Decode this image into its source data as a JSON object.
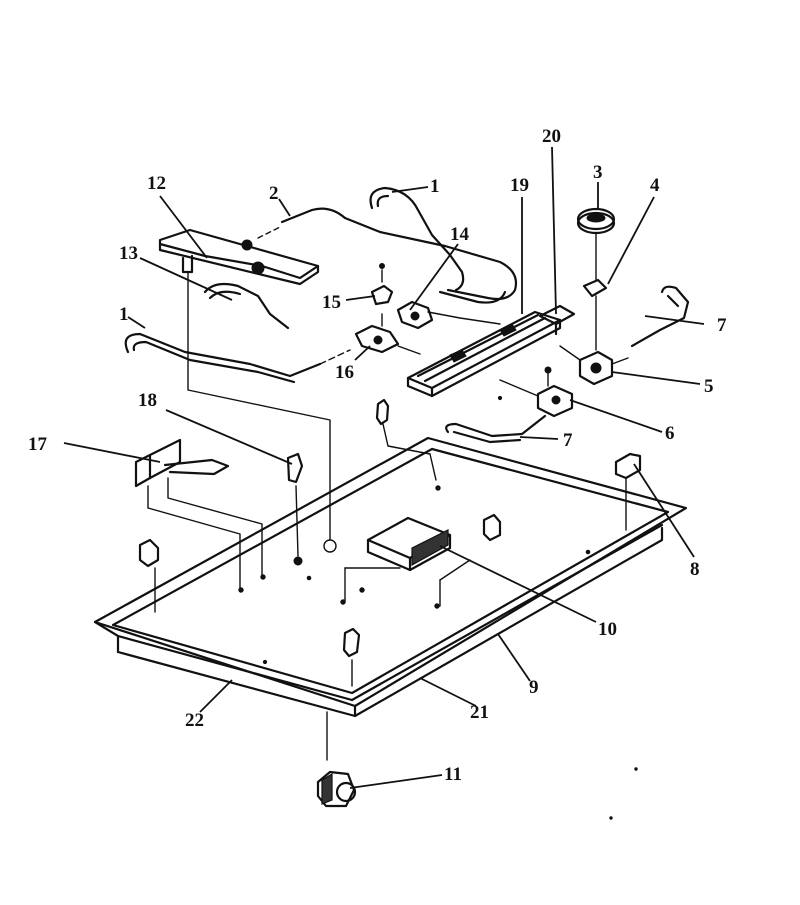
{
  "diagram": {
    "callouts": [
      {
        "id": "c1a",
        "label": "1"
      },
      {
        "id": "c1b",
        "label": "1"
      },
      {
        "id": "c2",
        "label": "2"
      },
      {
        "id": "c3",
        "label": "3"
      },
      {
        "id": "c4",
        "label": "4"
      },
      {
        "id": "c5",
        "label": "5"
      },
      {
        "id": "c6",
        "label": "6"
      },
      {
        "id": "c7a",
        "label": "7"
      },
      {
        "id": "c7b",
        "label": "7"
      },
      {
        "id": "c8",
        "label": "8"
      },
      {
        "id": "c9",
        "label": "9"
      },
      {
        "id": "c10",
        "label": "10"
      },
      {
        "id": "c11",
        "label": "11"
      },
      {
        "id": "c12",
        "label": "12"
      },
      {
        "id": "c13",
        "label": "13"
      },
      {
        "id": "c14",
        "label": "14"
      },
      {
        "id": "c15",
        "label": "15"
      },
      {
        "id": "c16",
        "label": "16"
      },
      {
        "id": "c17",
        "label": "17"
      },
      {
        "id": "c18",
        "label": "18"
      },
      {
        "id": "c19",
        "label": "19"
      },
      {
        "id": "c20",
        "label": "20"
      },
      {
        "id": "c21",
        "label": "21"
      },
      {
        "id": "c22",
        "label": "22"
      }
    ]
  }
}
